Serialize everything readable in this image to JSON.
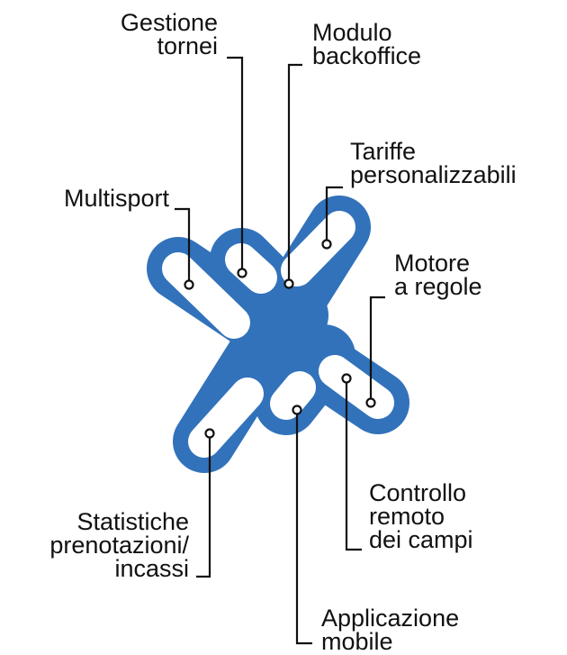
{
  "colors": {
    "logo": "#3272bb",
    "logo_inner": "#ffffff",
    "line": "#111111"
  },
  "labels": {
    "gestione_tornei": [
      "Gestione",
      "tornei"
    ],
    "modulo_backoffice": [
      "Modulo",
      "backoffice"
    ],
    "tariffe": [
      "Tariffe",
      "personalizzabili"
    ],
    "multisport": [
      "Multisport"
    ],
    "motore_regole": [
      "Motore",
      "a regole"
    ],
    "controllo_remoto": [
      "Controllo",
      "remoto",
      "dei campi"
    ],
    "statistiche": [
      "Statistiche",
      "prenotazioni/",
      "incassi"
    ],
    "applicazione_mobile": [
      "Applicazione",
      "mobile"
    ]
  }
}
